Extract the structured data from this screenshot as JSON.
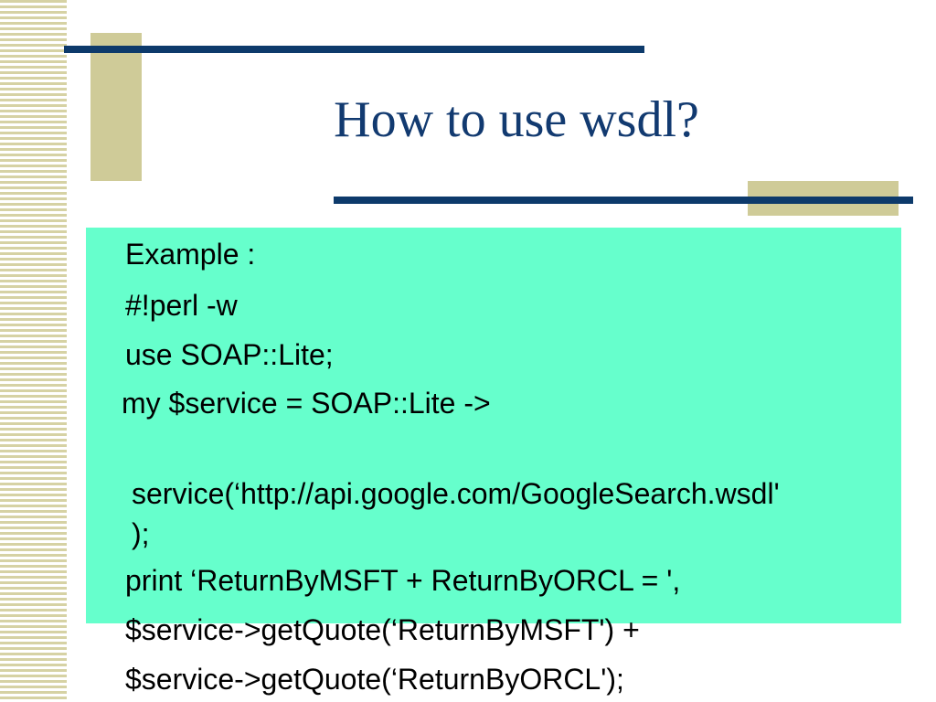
{
  "slide": {
    "title": "How to use wsdl?",
    "lines": [
      "Example :",
      "#!perl -w",
      "use SOAP::Lite;",
      "my $service = SOAP::Lite ->",
      "service(‘http://api.google.com/GoogleSearch.wsdl'",
      ");",
      "print ‘ReturnByMSFT + ReturnByORCL = ',",
      "$service->getQuote(‘ReturnByMSFT') +",
      "$service->getQuote(‘ReturnByORCL');"
    ]
  },
  "colors": {
    "title": "#123a70",
    "rule": "#0d3a6b",
    "accent_tan": "#cfcb98",
    "panel": "#66ffcc"
  }
}
